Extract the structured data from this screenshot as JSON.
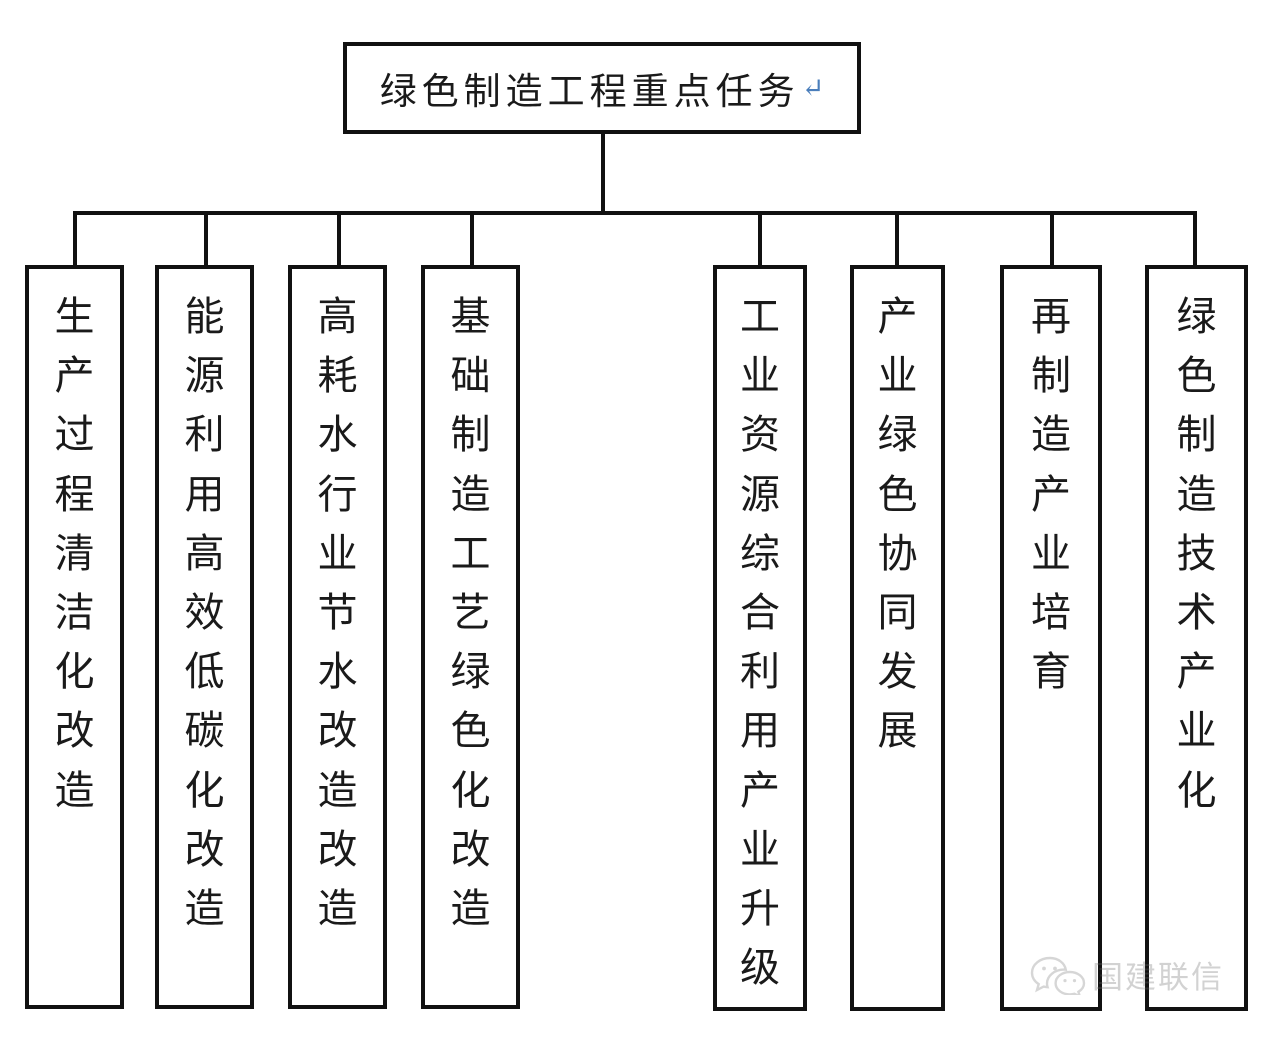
{
  "diagram": {
    "type": "organizational-tree",
    "root": {
      "label": "绿色制造工程重点任务",
      "pilcrow": "↵",
      "pilcrow_color": "#4a7ebb"
    },
    "children": [
      {
        "label": "生产过程清洁化改造"
      },
      {
        "label": "能源利用高效低碳化改造"
      },
      {
        "label": "高耗水行业节水改造改造"
      },
      {
        "label": "基础制造工艺绿色化改造"
      },
      {
        "label": "工业资源综合利用产业升级"
      },
      {
        "label": "产业绿色协同发展"
      },
      {
        "label": "再制造产业培育"
      },
      {
        "label": "绿色制造技术产业化"
      }
    ]
  },
  "watermark": {
    "text": "国建联信",
    "icon": "wechat-icon"
  },
  "style": {
    "line_color": "#111111",
    "background": "#ffffff",
    "text_color": "#1a1a1a"
  }
}
